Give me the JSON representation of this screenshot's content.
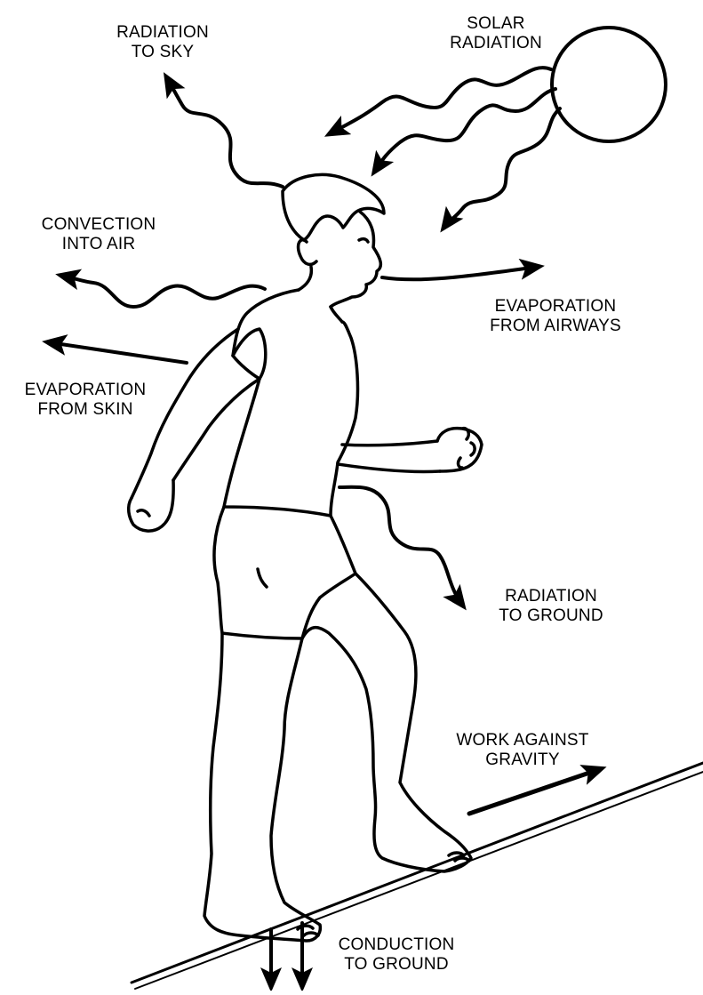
{
  "labels": {
    "solar_radiation": [
      "SOLAR",
      "RADIATION"
    ],
    "radiation_to_sky": [
      "RADIATION",
      "TO SKY"
    ],
    "convection_into_air": [
      "CONVECTION",
      "INTO AIR"
    ],
    "evaporation_from_airways": [
      "EVAPORATION",
      "FROM AIRWAYS"
    ],
    "evaporation_from_skin": [
      "EVAPORATION",
      "FROM SKIN"
    ],
    "radiation_to_ground": [
      "RADIATION",
      "TO GROUND"
    ],
    "work_against_gravity": [
      "WORK AGAINST",
      "GRAVITY"
    ],
    "conduction_to_ground": [
      "CONDUCTION",
      "TO GROUND"
    ]
  },
  "colors": {
    "ink": "#000000",
    "paper": "#ffffff"
  }
}
